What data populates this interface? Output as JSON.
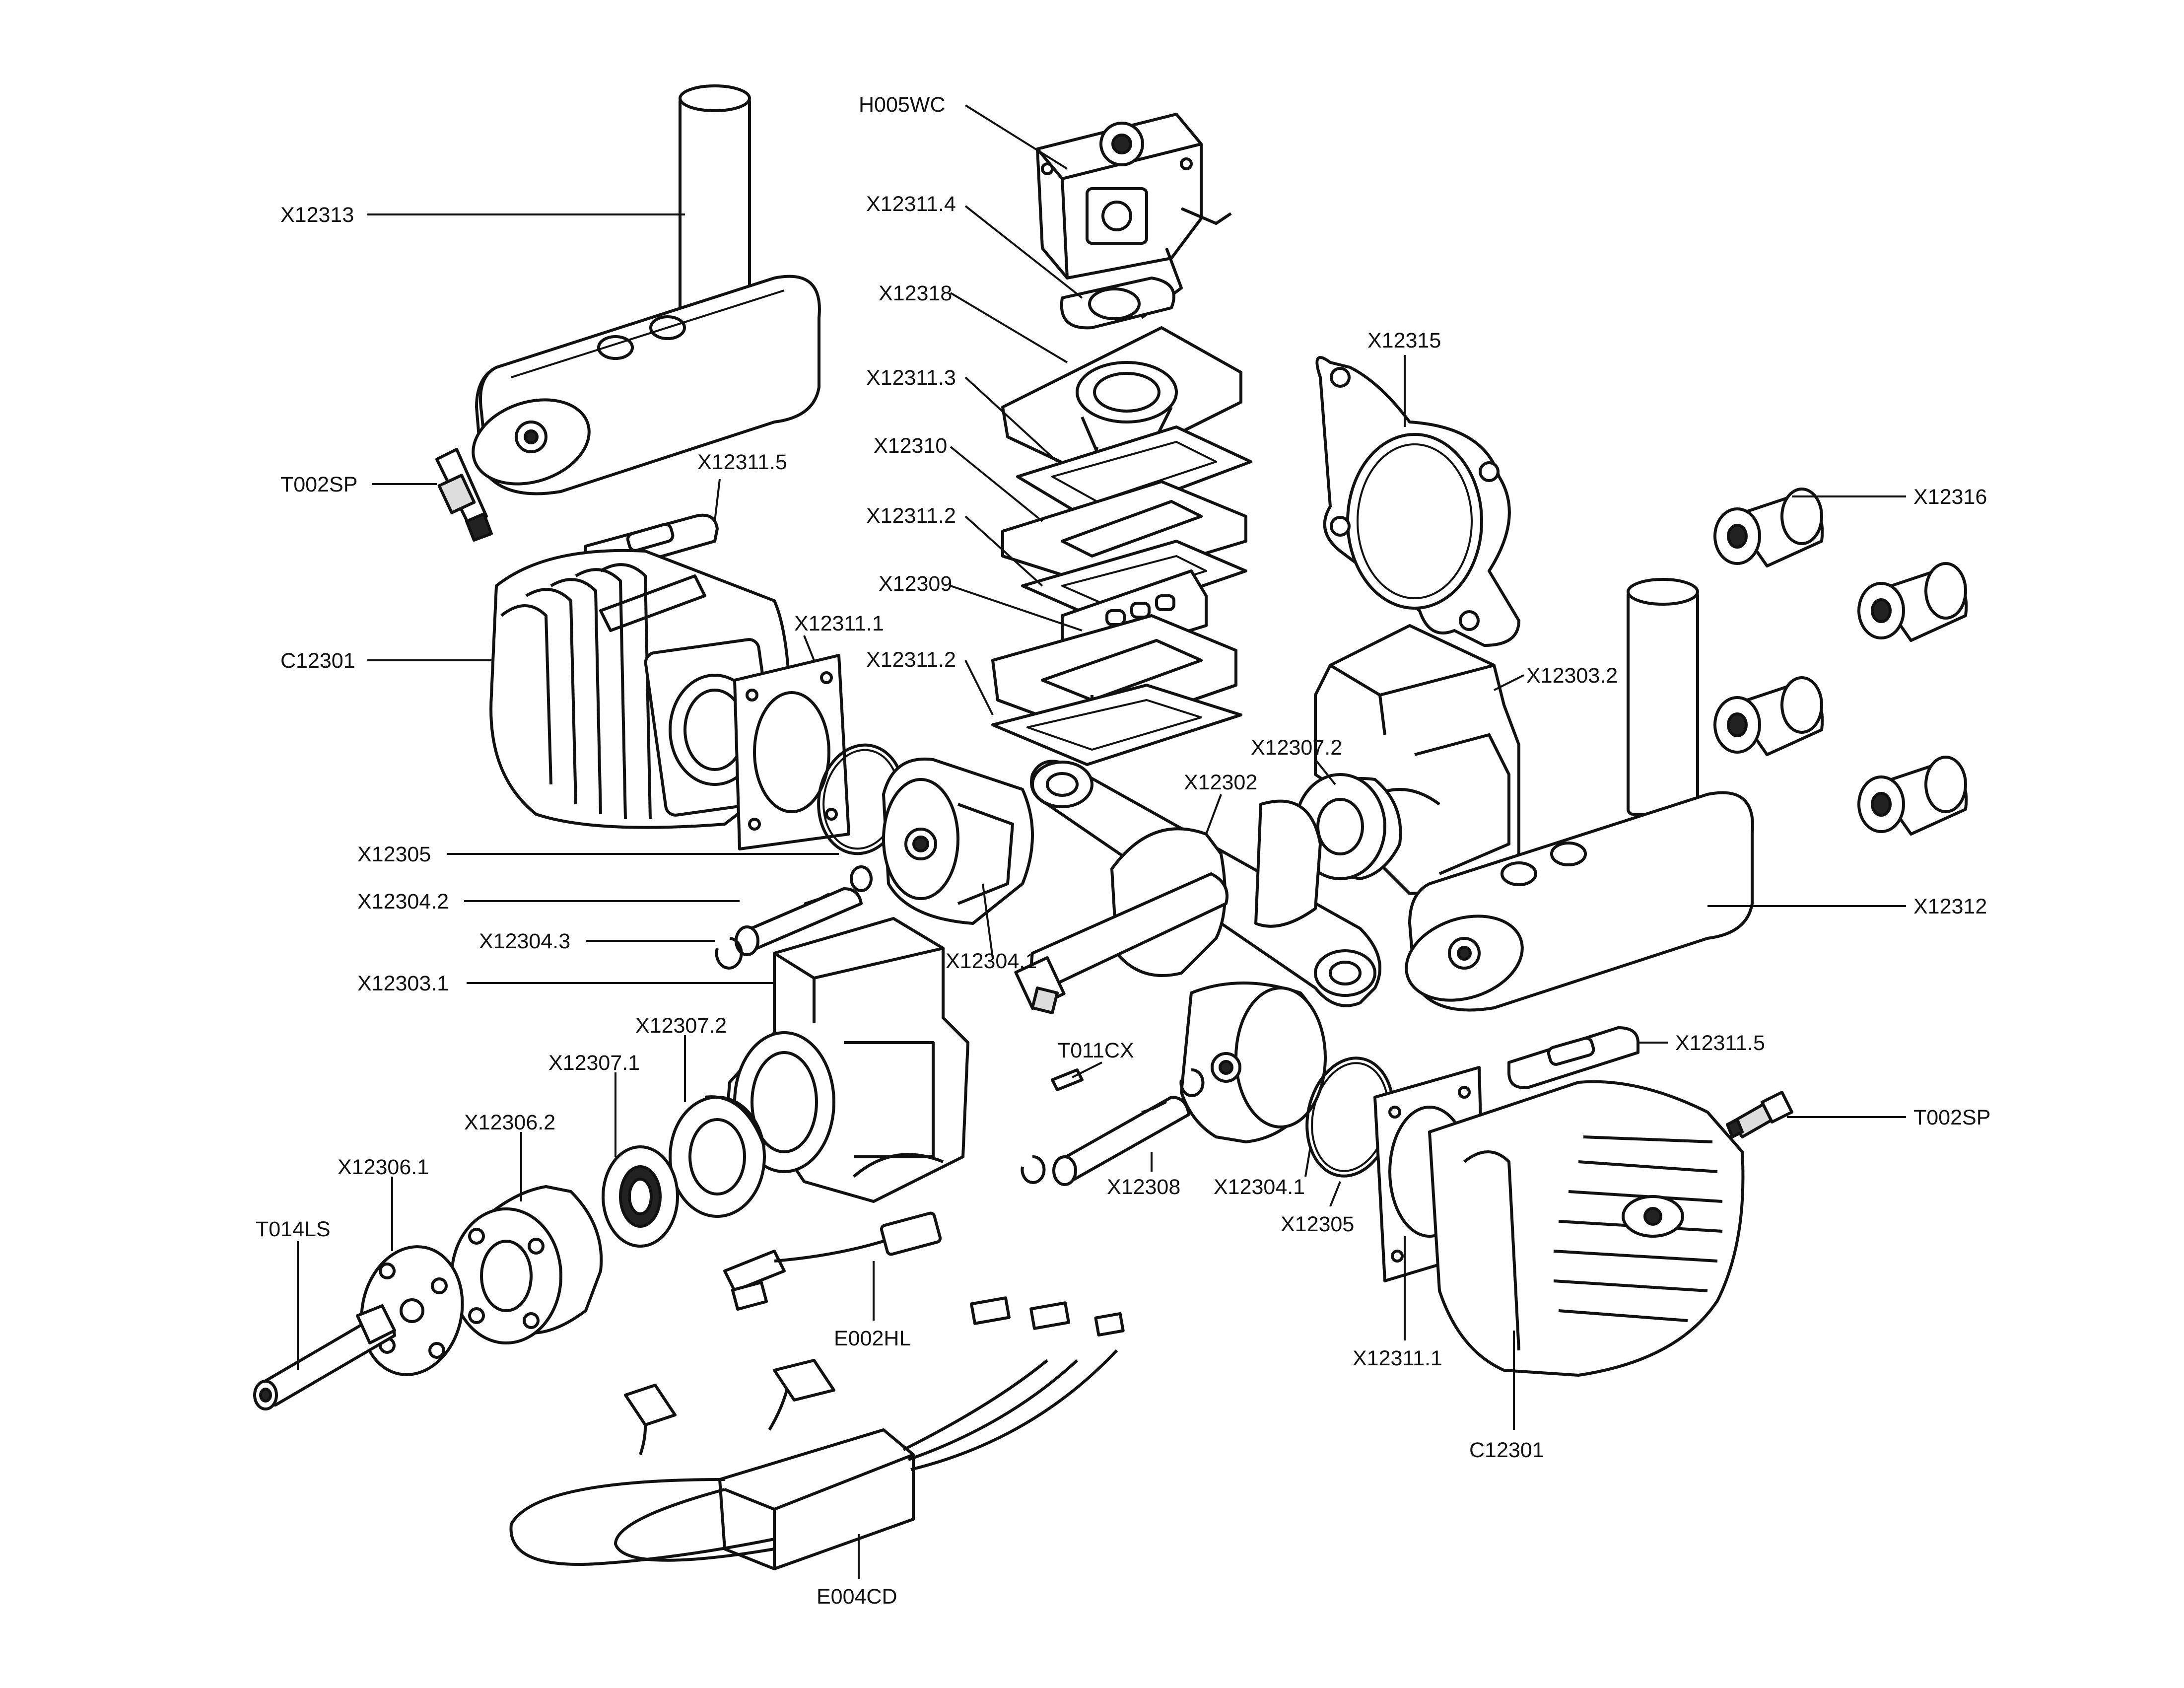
{
  "colors": {
    "ink": "#111111",
    "paper": "#ffffff"
  },
  "parts": {
    "h005wc": "H005WC",
    "x12311_4": "X12311.4",
    "x12318": "X12318",
    "x12311_3": "X12311.3",
    "x12310": "X12310",
    "x12311_2_upper": "X12311.2",
    "x12309": "X12309",
    "x12311_2_lower": "X12311.2",
    "x12315": "X12315",
    "x12313": "X12313",
    "t002sp_left": "T002SP",
    "x12311_5_left": "X12311.5",
    "c12301_left": "C12301",
    "x12311_1_left": "X12311.1",
    "x12316": "X12316",
    "x12303_2": "X12303.2",
    "x12307_2_right": "X12307.2",
    "x12302": "X12302",
    "x12305_left": "X12305",
    "x12312": "X12312",
    "x12304_2": "X12304.2",
    "x12304_3": "X12304.3",
    "x12304_1_upper": "X12304.1",
    "x12303_1": "X12303.1",
    "x12307_2_left": "X12307.2",
    "x12307_1": "X12307.1",
    "x12306_2": "X12306.2",
    "x12306_1": "X12306.1",
    "t011cx": "T011CX",
    "x12311_5_right": "X12311.5",
    "t002sp_right": "T002SP",
    "t014ls": "T014LS",
    "x12308": "X12308",
    "x12304_1_lower": "X12304.1",
    "x12305_right": "X12305",
    "e002hl": "E002HL",
    "x12311_1_right": "X12311.1",
    "c12301_right": "C12301",
    "e004cd": "E004CD"
  }
}
